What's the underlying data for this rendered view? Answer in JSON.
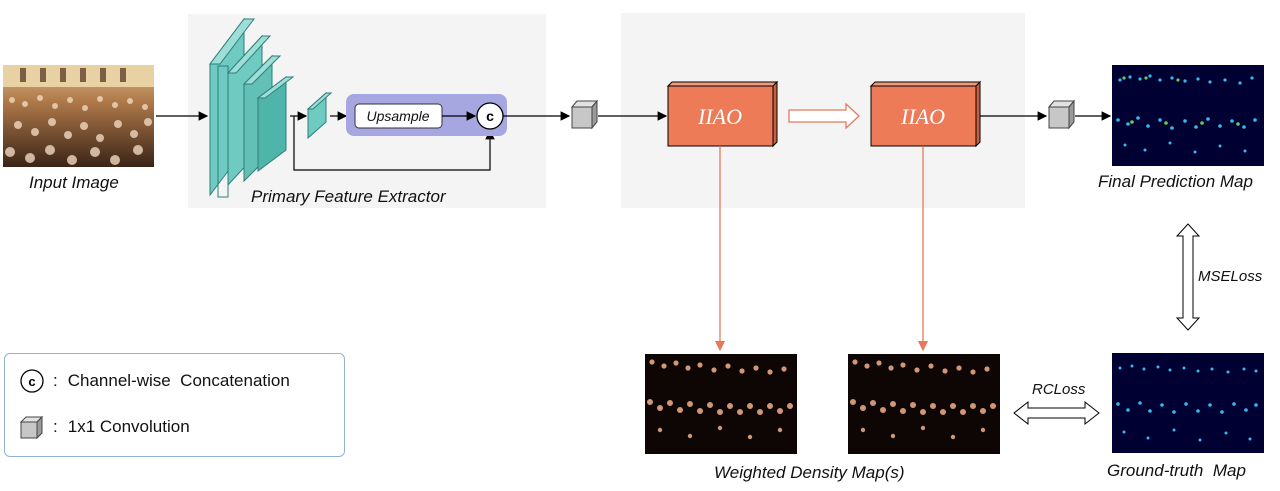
{
  "labels": {
    "input_image": "Input Image",
    "primary_feature_extractor": "Primary Feature Extractor",
    "upsample": "Upsample",
    "concat_symbol": "c",
    "iiao_1": "IIAO",
    "iiao_2": "IIAO",
    "final_prediction_map": "Final Prediction Map",
    "mse_loss": "MSELoss",
    "rc_loss": "RCLoss",
    "weighted_density_maps": "Weighted Density Map(s)",
    "ground_truth_map": "Ground-truth  Map"
  },
  "legend": {
    "concat_symbol": "c",
    "concat_colon": ":",
    "concat_text": "Channel-wise  Concatenation",
    "conv_colon": ":",
    "conv_text": "1x1 Convolution"
  },
  "colors": {
    "iiao_fill": "#ee7b58",
    "upsample_panel": "#a6a6e0",
    "feature_block": "#6fcac1",
    "panel_bg": "#f4f4f4",
    "arrow_orange": "#e8785a"
  }
}
